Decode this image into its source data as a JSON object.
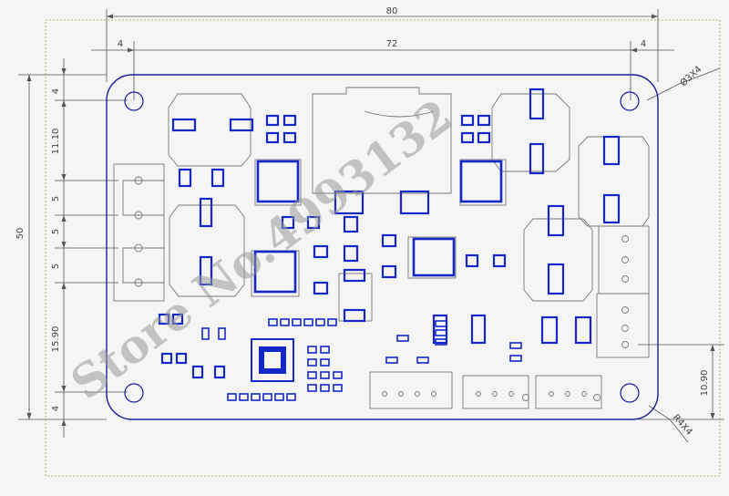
{
  "drawing": {
    "dimensions": {
      "overall_width": "80",
      "inner_width": "72",
      "left_margin": "4",
      "right_margin": "4",
      "overall_height": "50",
      "top_hole_offset": "4",
      "offset_11_10": "11.10",
      "pitch_a": "5",
      "pitch_b": "5",
      "pitch_c": "5",
      "offset_15_90": "15.90",
      "bottom_hole_offset": "4",
      "right_offset_10_90": "10.90"
    },
    "callouts": {
      "hole_spec": "Ø3X4",
      "radius_spec": "R4X4"
    },
    "watermark": "Store No.4993132",
    "colors": {
      "outline": "#1a1aa0",
      "component": "#1428c8",
      "footprint": "#7a7a7a",
      "dimension": "#555555",
      "frame": "#c0a070"
    }
  }
}
